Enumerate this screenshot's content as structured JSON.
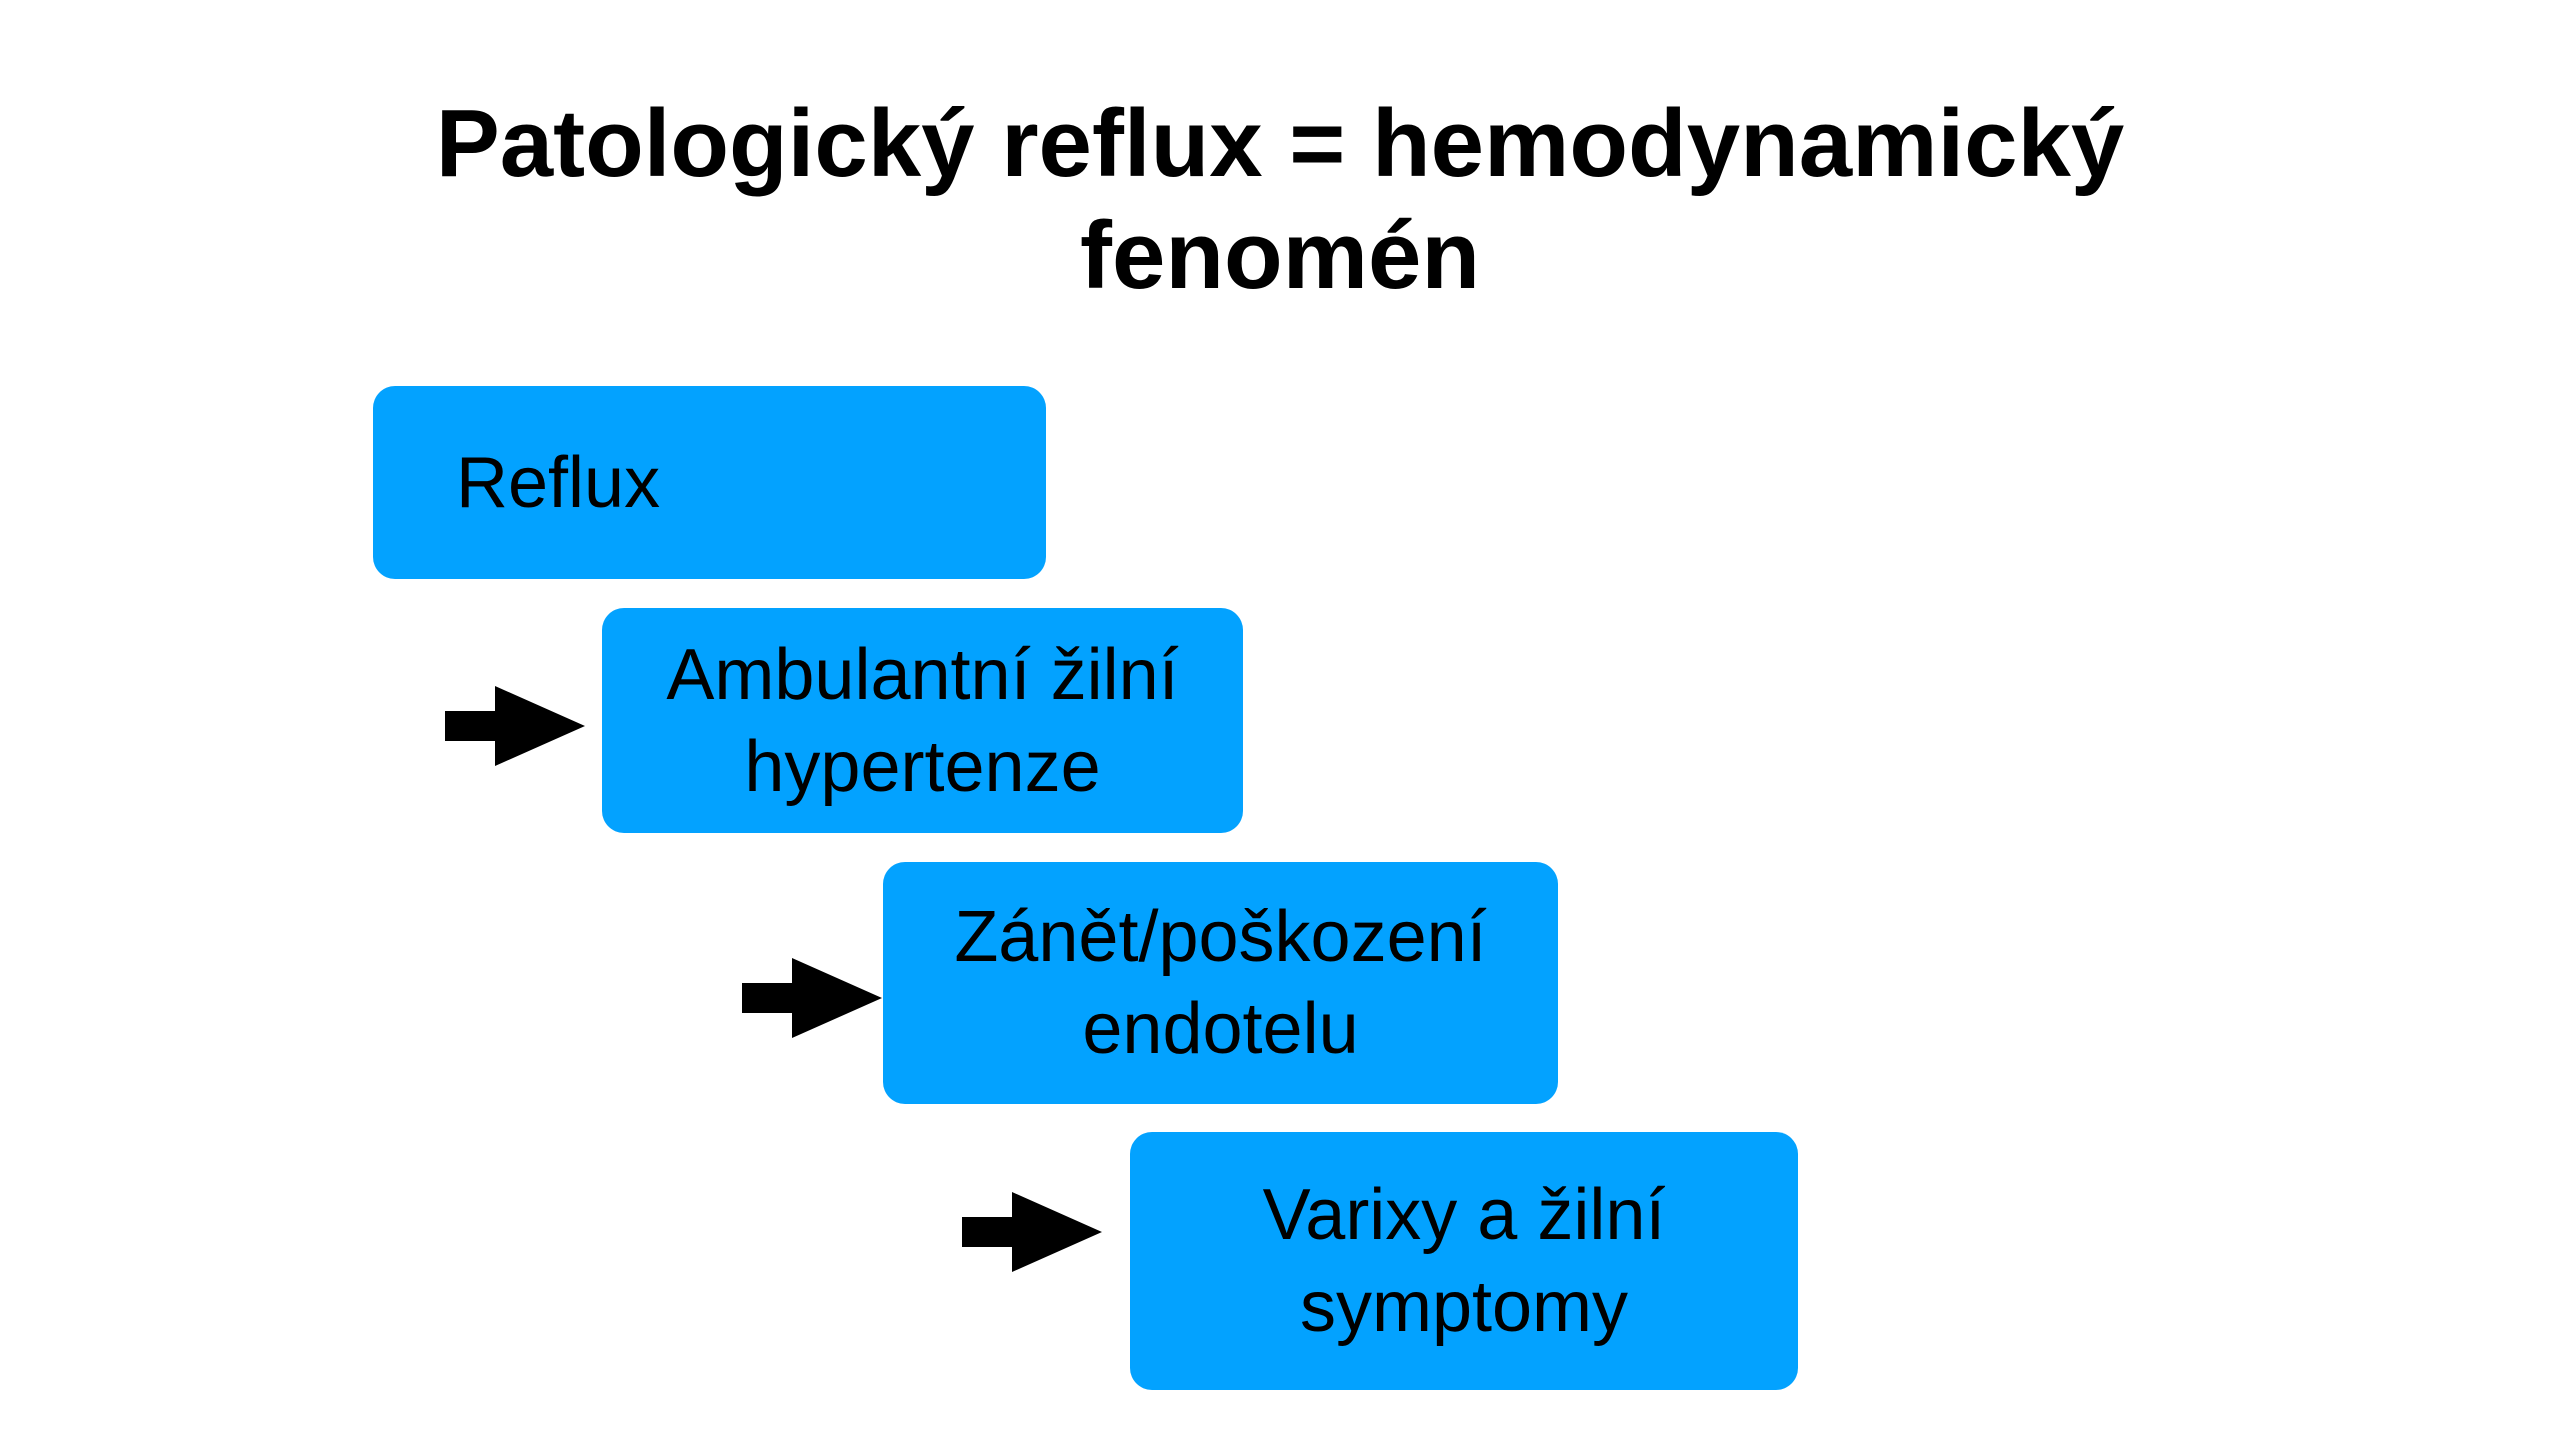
{
  "title": {
    "line1": "Patologický reflux = hemodynamický",
    "line2": "fenomén"
  },
  "colors": {
    "box_fill": "#03A2FF",
    "arrow": "#000000",
    "text": "#000000",
    "background": "#FFFFFF"
  },
  "steps": [
    {
      "lines": [
        "Reflux"
      ]
    },
    {
      "lines": [
        "Ambulantní žilní",
        "hypertenze"
      ]
    },
    {
      "lines": [
        "Zánět/poškození",
        "endotelu"
      ]
    },
    {
      "lines": [
        "Varixy a žilní",
        "symptomy"
      ]
    }
  ],
  "arrows": [
    {
      "icon": "arrow-right-icon"
    },
    {
      "icon": "arrow-right-icon"
    },
    {
      "icon": "arrow-right-icon"
    }
  ]
}
